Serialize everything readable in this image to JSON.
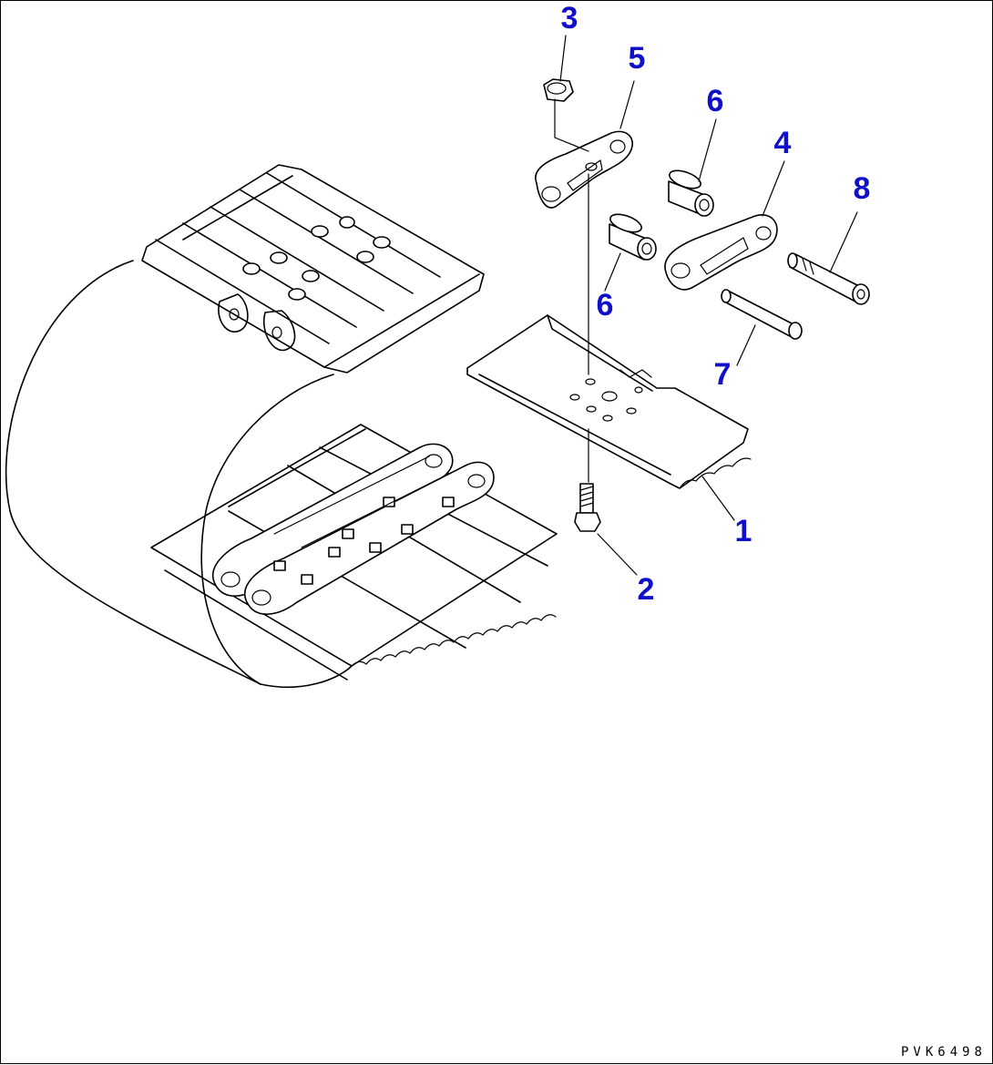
{
  "callouts": [
    {
      "id": "1",
      "text": "1"
    },
    {
      "id": "2",
      "text": "2"
    },
    {
      "id": "3",
      "text": "3"
    },
    {
      "id": "4",
      "text": "4"
    },
    {
      "id": "5",
      "text": "5"
    },
    {
      "id": "6a",
      "text": "6"
    },
    {
      "id": "6b",
      "text": "6"
    },
    {
      "id": "7",
      "text": "7"
    },
    {
      "id": "8",
      "text": "8"
    }
  ],
  "reference_code": "PVK6498",
  "colors": {
    "callout": "#1010c8",
    "line": "#000000",
    "background": "#ffffff"
  }
}
